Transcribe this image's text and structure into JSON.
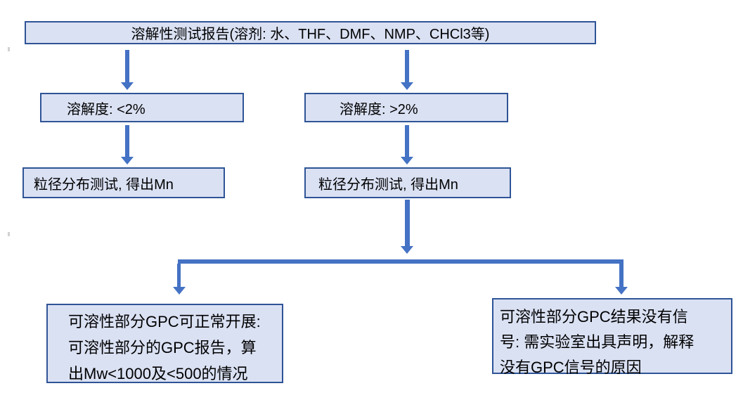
{
  "palette": {
    "node_fill": "#dae1f3",
    "node_border": "#2f5496",
    "arrow": "#4472c4",
    "background": "#ffffff"
  },
  "flowchart": {
    "nodes": {
      "root": "溶解性测试报告(溶剂: 水、THF、DMF、NMP、CHCl3等)",
      "solubility_low": "溶解度: <2%",
      "solubility_high": "溶解度: >2%",
      "psd_low": "粒径分布测试, 得出Mn",
      "psd_high": "粒径分布测试, 得出Mn",
      "gpc_normal": "可溶性部分GPC可正常开展:\n可溶性部分的GPC报告，算\n出Mw<1000及<500的情况",
      "gpc_no_signal": "可溶性部分GPC结果没有信\n号: 需实验室出具声明，解释\n没有GPC信号的原因"
    },
    "edges": [
      "root -> solubility_low",
      "root -> solubility_high",
      "solubility_low -> psd_low",
      "solubility_high -> psd_high",
      "psd_high -> gpc_normal",
      "psd_high -> gpc_no_signal"
    ]
  }
}
